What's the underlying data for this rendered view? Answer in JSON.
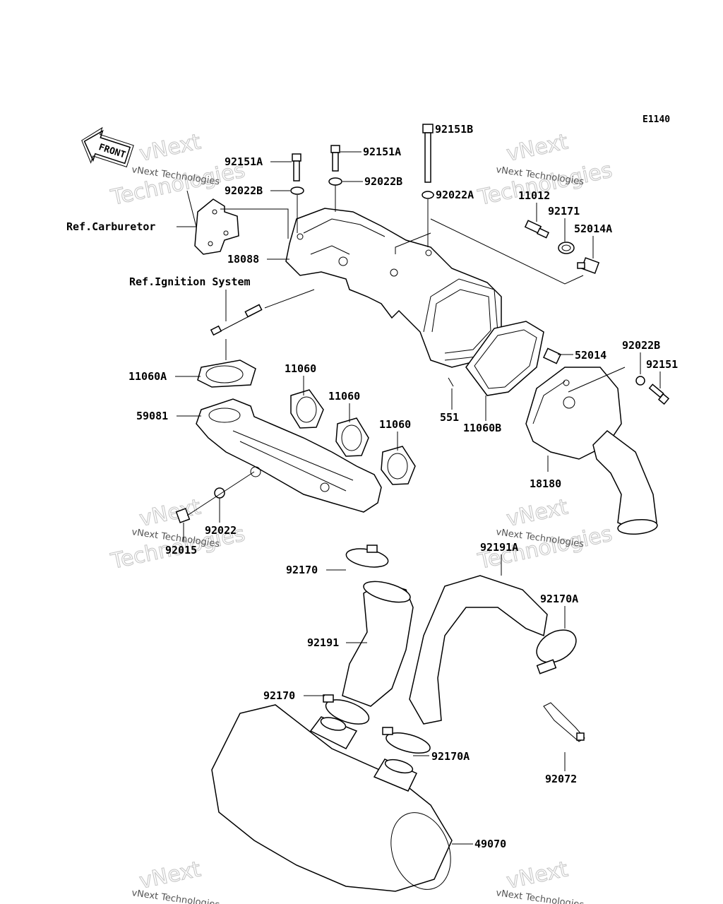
{
  "diagram_code": "E1140",
  "front_label": "FRONT",
  "references": {
    "carburetor": "Ref.Carburetor",
    "ignition": "Ref.Ignition System"
  },
  "parts": {
    "p92151A": "92151A",
    "p92151A_2": "92151A",
    "p92151B": "92151B",
    "p92022B_1": "92022B",
    "p92022B_2": "92022B",
    "p92022A": "92022A",
    "p11012": "11012",
    "p92171": "92171",
    "p52014A": "52014A",
    "p18088": "18088",
    "p11060A": "11060A",
    "p11060_1": "11060",
    "p11060_2": "11060",
    "p11060_3": "11060",
    "p59081": "59081",
    "p551": "551",
    "p11060B": "11060B",
    "p52014": "52014",
    "p92022B_3": "92022B",
    "p92151": "92151",
    "p18180": "18180",
    "p92022": "92022",
    "p92015": "92015",
    "p92191A": "92191A",
    "p92170_1": "92170",
    "p92170A_1": "92170A",
    "p92191": "92191",
    "p92170_2": "92170",
    "p92170A_2": "92170A",
    "p92072": "92072",
    "p49070": "49070"
  },
  "watermark": {
    "small": "vNext Technologies",
    "big_line1": "vNext",
    "big_line2": "Technologies"
  }
}
